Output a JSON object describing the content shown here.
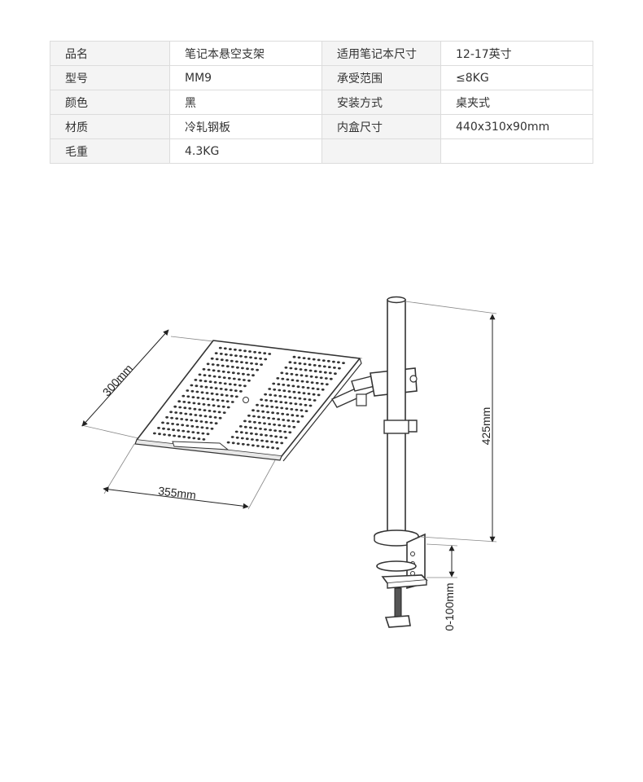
{
  "spec_table": {
    "rows": [
      {
        "label1": "品名",
        "value1": "笔记本悬空支架",
        "label2": "适用笔记本尺寸",
        "value2": "12-17英寸"
      },
      {
        "label1": "型号",
        "value1": "MM9",
        "label2": "承受范围",
        "value2": "≤8KG"
      },
      {
        "label1": "颜色",
        "value1": "黑",
        "label2": "安装方式",
        "value2": "桌夹式"
      },
      {
        "label1": "材质",
        "value1": "冷轧钢板",
        "label2": "内盒尺寸",
        "value2": "440x310x90mm"
      },
      {
        "label1": "毛重",
        "value1": "4.3KG",
        "label2": "",
        "value2": ""
      }
    ]
  },
  "diagram": {
    "tray_depth": "300mm",
    "tray_width": "355mm",
    "pole_height": "425mm",
    "clamp_range": "0-100mm"
  }
}
